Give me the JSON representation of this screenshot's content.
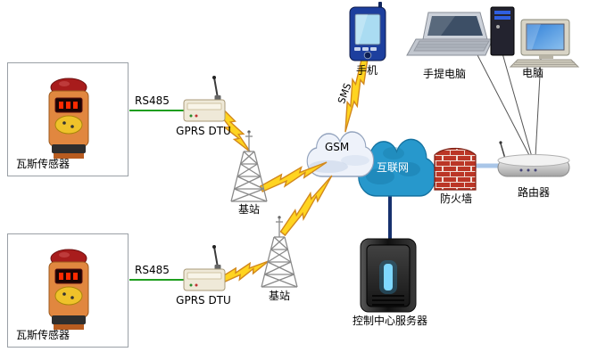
{
  "diagram": {
    "nodes": {
      "sensor_box_1": {
        "label": "瓦斯传感器"
      },
      "sensor_box_2": {
        "label": "瓦斯传感器"
      },
      "dtu_1": {
        "label": "GPRS DTU"
      },
      "dtu_2": {
        "label": "GPRS DTU"
      },
      "base_station_1": {
        "label": "基站"
      },
      "base_station_2": {
        "label": "基站"
      },
      "gsm_cloud": {
        "label": "GSM"
      },
      "internet_cloud": {
        "label": "互联网"
      },
      "mobile_phone": {
        "label": "手机"
      },
      "laptop": {
        "label": "手提电脑"
      },
      "desktop_pc": {
        "label": "电脑"
      },
      "firewall": {
        "label": "防火墙"
      },
      "router": {
        "label": "路由器"
      },
      "server": {
        "label": "控制中心服务器"
      }
    },
    "links": {
      "rs485_1": {
        "label": "RS485"
      },
      "rs485_2": {
        "label": "RS485"
      },
      "sms": {
        "label": "SMS"
      }
    },
    "colors": {
      "lightning_fill": "#ffd420",
      "lightning_stroke": "#d2881c",
      "rs485_line": "#1e9e1e",
      "internet_cloud": "#2798cc",
      "gsm_cloud": "#eef2fa",
      "ethernet_pipe": "#a9c6e8",
      "server_link": "#17316e",
      "firewall_brick": "#bb3626"
    }
  }
}
